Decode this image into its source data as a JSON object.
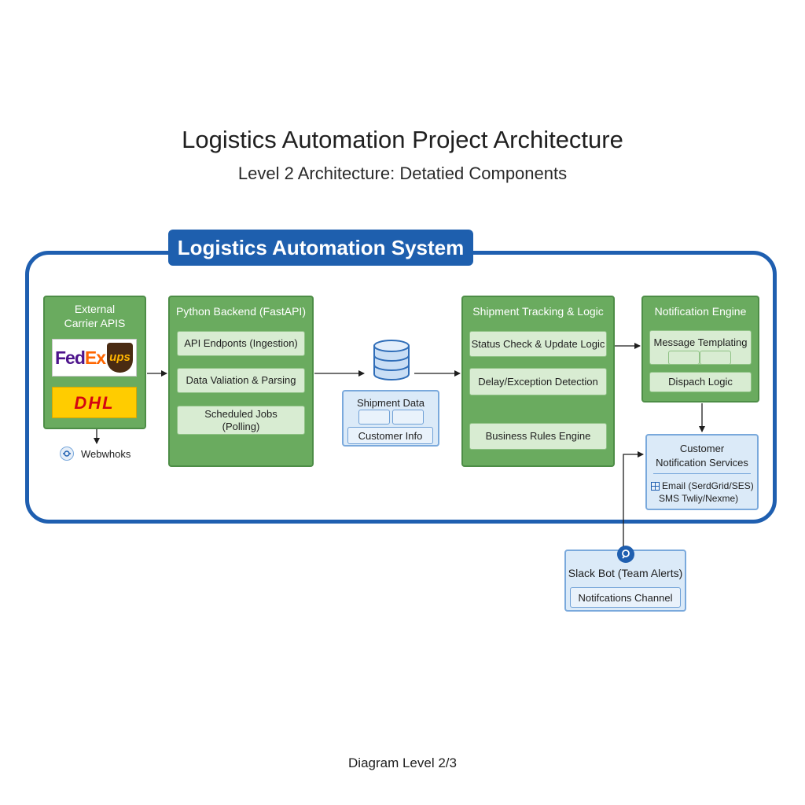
{
  "header": {
    "title": "Logistics Automation Project Architecture",
    "subtitle": "Level 2 Architecture: Detatied Components"
  },
  "system": {
    "label": "Logistics Automation System"
  },
  "carriers": {
    "title_line1": "External",
    "title_line2": "Carrier APIS",
    "fedex_fed": "Fed",
    "fedex_ex": "Ex",
    "ups": "ups",
    "dhl": "DHL",
    "webhooks": "Webwhoks"
  },
  "backend": {
    "title": "Python Backend (FastAPI)",
    "items": [
      "API Endponts (Ingestion)",
      "Data Valiation & Parsing",
      "Scheduled Jobs",
      "(Polling)"
    ]
  },
  "datastore": {
    "title": "Shipment Data",
    "customer": "Customer Info"
  },
  "tracking": {
    "title": "Shipment Tracking & Logic",
    "items": [
      "Status Check & Update Logic",
      "Delay/Exception Detection",
      "Business Rules Engine"
    ]
  },
  "notification": {
    "title": "Notification Engine",
    "items": [
      "Message Templating",
      "Dispach Logic"
    ]
  },
  "customer_services": {
    "title_line1": "Customer",
    "title_line2": "Notification Services",
    "email": "Email (SerdGrid/SES)",
    "sms": "SMS Twliy/Nexme)"
  },
  "slack": {
    "title": "Slack Bot (Team Alerts)",
    "channel": "Notifcations Channel"
  },
  "footer": {
    "label": "Diagram Level 2/3"
  },
  "colors": {
    "system_blue": "#1f5fb0",
    "green_box": "#6aab5f",
    "green_sub": "#d8ecd2",
    "blue_box": "#dbeaf8",
    "fedex_purple": "#4d148c",
    "fedex_orange": "#ff6600",
    "ups_brown": "#4a2b12",
    "ups_gold": "#ffb500",
    "dhl_yellow": "#ffcc00",
    "dhl_red": "#d40511"
  },
  "icons": [
    "database-icon",
    "webhook-icon",
    "slack-icon",
    "email-icon",
    "arrow-icon"
  ]
}
